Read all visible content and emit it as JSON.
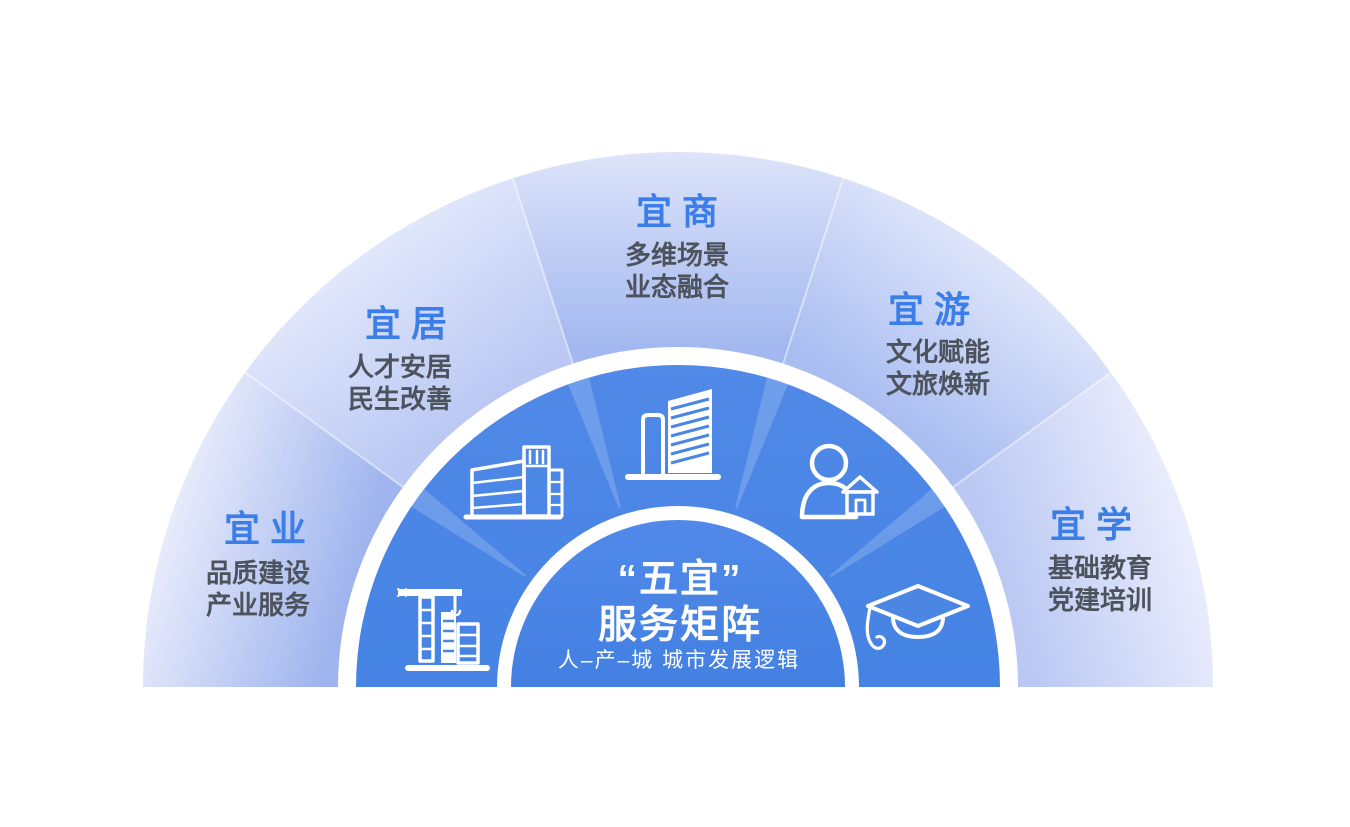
{
  "diagram": {
    "type": "semicircle-matrix-infographic",
    "center": {
      "title_line1": "“五宜”",
      "title_line2": "服务矩阵",
      "subtitle": "人–产–城 城市发展逻辑"
    },
    "segments": [
      {
        "title": "宜业",
        "lines": [
          "品质建设",
          "产业服务"
        ],
        "icon": "construction-crane-icon"
      },
      {
        "title": "宜居",
        "lines": [
          "人才安居",
          "民生改善"
        ],
        "icon": "residential-complex-icon"
      },
      {
        "title": "宜商",
        "lines": [
          "多维场景",
          "业态融合"
        ],
        "icon": "office-building-icon"
      },
      {
        "title": "宜游",
        "lines": [
          "文化赋能",
          "文旅焕新"
        ],
        "icon": "person-home-icon"
      },
      {
        "title": "宜学",
        "lines": [
          "基础教育",
          "党建培训"
        ],
        "icon": "graduation-cap-icon"
      }
    ],
    "colors": {
      "segment_title_blue": "#3c7ee8",
      "segment_text_gray": "#4d535c",
      "ring_blue": "#4b86e3",
      "center_blue_top": "#5089e9",
      "center_blue_bottom": "#4380e2",
      "wedge_inner_shades": [
        "#9fb4ee",
        "#bac8f3",
        "#a3b8f0",
        "#a9bdf1",
        "#bac8f3"
      ],
      "wedge_outer_shades": [
        "#e7ebfb",
        "#e1e7fb",
        "#dde4fa",
        "#dee5fa",
        "#eaedfc"
      ],
      "background": "#ffffff",
      "icon_color": "#ffffff"
    }
  }
}
